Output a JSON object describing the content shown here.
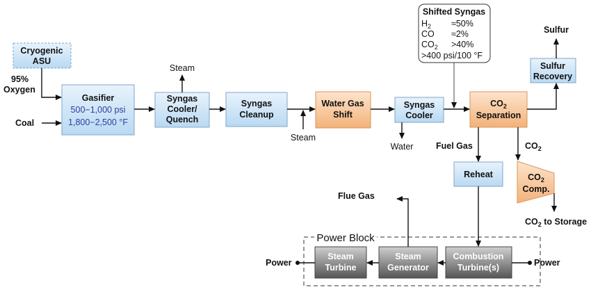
{
  "nodes": {
    "asu": {
      "line1": "Cryogenic",
      "line2": "ASU"
    },
    "gasifier": {
      "title": "Gasifier",
      "pressure": "500−1,000 psi",
      "temp": "1,800−2,500 °F"
    },
    "cooler_quench": {
      "line1": "Syngas",
      "line2": "Cooler/",
      "line3": "Quench"
    },
    "cleanup": {
      "line1": "Syngas",
      "line2": "Cleanup"
    },
    "wgs": {
      "line1": "Water Gas",
      "line2": "Shift"
    },
    "syngas_cooler": {
      "line1": "Syngas",
      "line2": "Cooler"
    },
    "co2_sep": {
      "line1_main": "CO",
      "line1_sub": "2",
      "line2": "Separation"
    },
    "sulfur_recovery": {
      "line1": "Sulfur",
      "line2": "Recovery"
    },
    "reheat": {
      "label": "Reheat"
    },
    "co2_comp": {
      "line1_main": "CO",
      "line1_sub": "2",
      "line2": "Comp."
    },
    "combustion_turbine": {
      "line1": "Combustion",
      "line2": "Turbine(s)"
    },
    "steam_generator": {
      "line1": "Steam",
      "line2": "Generator"
    },
    "steam_turbine": {
      "line1": "Steam",
      "line2": "Turbine"
    }
  },
  "shifted_syngas": {
    "title": "Shifted Syngas",
    "rows": [
      {
        "species_main": "H",
        "species_sub": "2",
        "value": "≈50%"
      },
      {
        "species_main": "CO",
        "species_sub": "",
        "value": "≈2%"
      },
      {
        "species_main": "CO",
        "species_sub": "2",
        "value": ">40%"
      }
    ],
    "conditions": ">400 psi/100 °F"
  },
  "labels": {
    "oxygen_pct": "95%",
    "oxygen": "Oxygen",
    "coal": "Coal",
    "steam_out": "Steam",
    "steam_in": "Steam",
    "water": "Water",
    "fuel_gas": "Fuel Gas",
    "co2_main": "CO",
    "co2_sub": "2",
    "sulfur": "Sulfur",
    "storage_main": "CO",
    "storage_sub": "2",
    "storage_rest": " to Storage",
    "flue_gas": "Flue Gas",
    "power_left": "Power",
    "power_right": "Power",
    "power_block": "Power Block"
  },
  "colors": {
    "blue_fill_top": "#e8f3fc",
    "blue_fill_bottom": "#b9d9f2",
    "blue_stroke": "#7fa6c9",
    "orange_fill_top": "#fde4cc",
    "orange_fill_bottom": "#f3b27a",
    "orange_stroke": "#d9955a",
    "gray_fill_top": "#c9c9c9",
    "gray_fill_bottom": "#5a5a5a",
    "arrow": "#111111",
    "text_blue": "#2c3e9e"
  }
}
